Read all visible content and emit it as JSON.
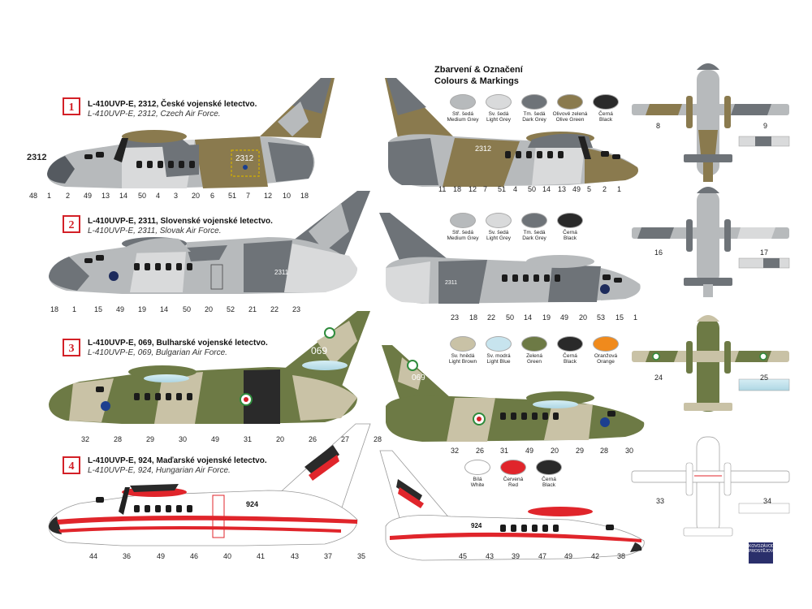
{
  "legend": {
    "title_cz": "Zbarvení & Označení",
    "title_en": "Colours & Markings"
  },
  "schemes": [
    {
      "number": "1",
      "title_cz": "L-410UVP-E, 2312, České vojenské letectvo.",
      "title_en": "L-410UVP-E, 2312, Czech Air Force.",
      "serial": "2312",
      "swatches": [
        {
          "cz": "Stř. šedá",
          "en": "Medium Grey",
          "color": "#b7babc"
        },
        {
          "cz": "Sv. šedá",
          "en": "Light Grey",
          "color": "#d9dadb"
        },
        {
          "cz": "Tm. šedá",
          "en": "Dark Grey",
          "color": "#6e7378"
        },
        {
          "cz": "Olivově zelená",
          "en": "Olive Green",
          "color": "#8a7a4e"
        },
        {
          "cz": "Černá",
          "en": "Black",
          "color": "#2a2a2a"
        }
      ]
    },
    {
      "number": "2",
      "title_cz": "L-410UVP-E, 2311, Slovenské vojenské letectvo.",
      "title_en": "L-410UVP-E, 2311, Slovak Air Force.",
      "serial": "2311",
      "swatches": [
        {
          "cz": "Stř. šedá",
          "en": "Medium Grey",
          "color": "#b7babc"
        },
        {
          "cz": "Sv. šedá",
          "en": "Light Grey",
          "color": "#d9dadb"
        },
        {
          "cz": "Tm. šedá",
          "en": "Dark Grey",
          "color": "#6e7378"
        },
        {
          "cz": "Černá",
          "en": "Black",
          "color": "#2a2a2a"
        }
      ]
    },
    {
      "number": "3",
      "title_cz": "L-410UVP-E, 069, Bulharské vojenské letectvo.",
      "title_en": "L-410UVP-E, 069, Bulgarian Air Force.",
      "serial": "069",
      "swatches": [
        {
          "cz": "Sv. hnědá",
          "en": "Light Brown",
          "color": "#c9c2a6"
        },
        {
          "cz": "Sv. modrá",
          "en": "Light Blue",
          "color": "#c7e4ee"
        },
        {
          "cz": "Zelená",
          "en": "Green",
          "color": "#6d7a45"
        },
        {
          "cz": "Černá",
          "en": "Black",
          "color": "#2a2a2a"
        },
        {
          "cz": "Oranžová",
          "en": "Orange",
          "color": "#f08a1c"
        }
      ]
    },
    {
      "number": "4",
      "title_cz": "L-410UVP-E, 924, Maďarské vojenské letectvo.",
      "title_en": "L-410UVP-E, 924, Hungarian Air Force.",
      "serial": "924",
      "swatches": [
        {
          "cz": "Bílá",
          "en": "White",
          "color": "#ffffff"
        },
        {
          "cz": "Červená",
          "en": "Red",
          "color": "#e0252b"
        },
        {
          "cz": "Černá",
          "en": "Black",
          "color": "#2a2a2a"
        }
      ]
    }
  ],
  "callouts": {
    "s1_left": [
      "48",
      "1",
      "2",
      "49",
      "13",
      "14",
      "50",
      "4",
      "3",
      "20",
      "6",
      "51",
      "7",
      "12",
      "10",
      "18"
    ],
    "s1_right": [
      "11",
      "18",
      "12",
      "7",
      "51",
      "4",
      "50",
      "14",
      "13",
      "49",
      "5",
      "2",
      "1"
    ],
    "s1_plan": [
      "8",
      "9"
    ],
    "s2_left": [
      "18",
      "1",
      "15",
      "49",
      "19",
      "14",
      "50",
      "20",
      "52",
      "21",
      "22",
      "23"
    ],
    "s2_right": [
      "23",
      "18",
      "22",
      "50",
      "14",
      "19",
      "49",
      "20",
      "53",
      "15",
      "1"
    ],
    "s2_plan": [
      "16",
      "17"
    ],
    "s3_left": [
      "32",
      "28",
      "29",
      "30",
      "49",
      "31",
      "20",
      "26",
      "27",
      "28"
    ],
    "s3_right": [
      "32",
      "26",
      "31",
      "49",
      "20",
      "29",
      "28",
      "30"
    ],
    "s3_plan": [
      "24",
      "25"
    ],
    "s4_left": [
      "44",
      "36",
      "49",
      "46",
      "40",
      "41",
      "43",
      "37",
      "35"
    ],
    "s4_right": [
      "45",
      "43",
      "39",
      "47",
      "49",
      "42",
      "38"
    ],
    "s4_plan": [
      "33",
      "34"
    ]
  },
  "logo_text": "KOVOZÁVODY PROSTĚJOV"
}
